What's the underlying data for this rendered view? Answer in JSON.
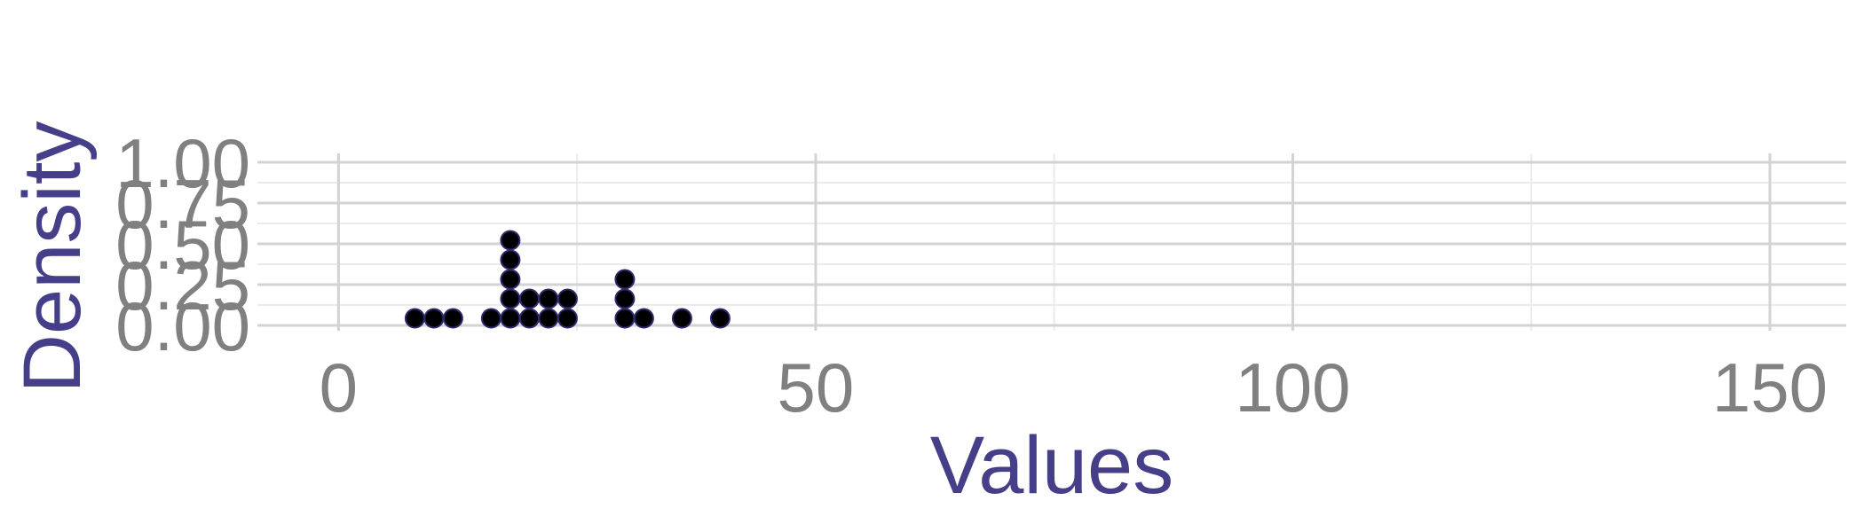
{
  "chart_data": {
    "type": "dotplot",
    "title": "",
    "xlabel": "Values",
    "ylabel": "Density",
    "xlim": [
      -8.5,
      158
    ],
    "ylim": [
      0,
      1
    ],
    "x_ticks": [
      0,
      50,
      100,
      150
    ],
    "x_tick_labels": [
      "0",
      "50",
      "100",
      "150"
    ],
    "y_ticks": [
      0,
      0.25,
      0.5,
      0.75,
      1
    ],
    "y_tick_labels": [
      "0.00",
      "0.25",
      "0.50",
      "0.75",
      "1.00"
    ],
    "grid": true,
    "legend": "none",
    "bins": [
      {
        "x": 8,
        "count": 1
      },
      {
        "x": 10,
        "count": 1
      },
      {
        "x": 12,
        "count": 1
      },
      {
        "x": 16,
        "count": 1
      },
      {
        "x": 18,
        "count": 5
      },
      {
        "x": 20,
        "count": 2
      },
      {
        "x": 22,
        "count": 2
      },
      {
        "x": 24,
        "count": 2
      },
      {
        "x": 30,
        "count": 3
      },
      {
        "x": 32,
        "count": 1
      },
      {
        "x": 36,
        "count": 1
      },
      {
        "x": 40,
        "count": 1
      }
    ],
    "colors": {
      "dot_fill": "#000000",
      "dot_stroke": "#2e2a6e",
      "axis_title": "#453f8a",
      "tick_label": "#808080",
      "grid_major": "#d3d3d3",
      "grid_minor": "#ebebeb"
    }
  }
}
